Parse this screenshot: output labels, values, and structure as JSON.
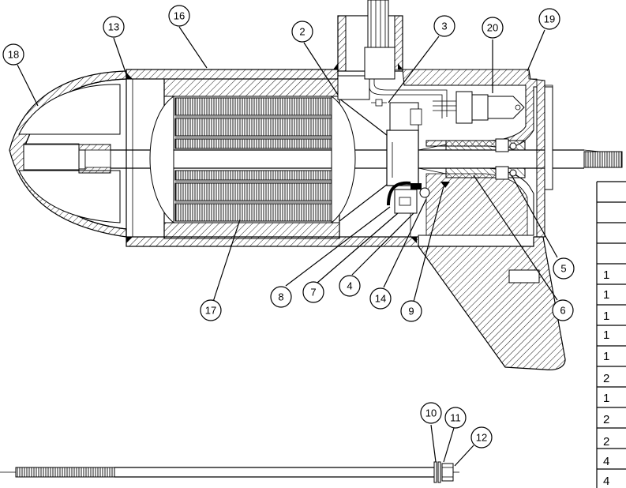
{
  "callouts": [
    {
      "label": "18"
    },
    {
      "label": "13"
    },
    {
      "label": "16"
    },
    {
      "label": "2"
    },
    {
      "label": "3"
    },
    {
      "label": "20"
    },
    {
      "label": "19"
    },
    {
      "label": "17"
    },
    {
      "label": "8"
    },
    {
      "label": "7"
    },
    {
      "label": "4"
    },
    {
      "label": "14"
    },
    {
      "label": "9"
    },
    {
      "label": "5"
    },
    {
      "label": "6"
    },
    {
      "label": "10"
    },
    {
      "label": "11"
    },
    {
      "label": "12"
    }
  ],
  "quantity_column": [
    "1",
    "1",
    "1",
    "1",
    "1",
    "2",
    "1",
    "2",
    "2",
    "4",
    "4"
  ]
}
